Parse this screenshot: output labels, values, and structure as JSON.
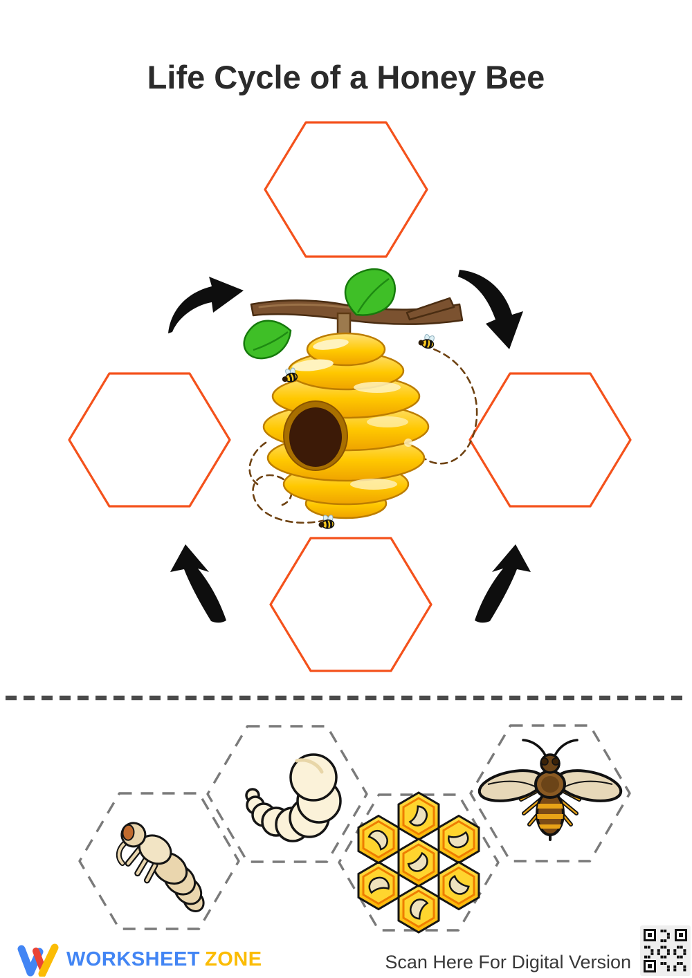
{
  "title": "Life Cycle of a Honey Bee",
  "cycle": {
    "center_icon": "beehive-on-branch-illustration",
    "slots": [
      {
        "position": "top",
        "value": ""
      },
      {
        "position": "right",
        "value": ""
      },
      {
        "position": "bottom",
        "value": ""
      },
      {
        "position": "left",
        "value": ""
      }
    ],
    "arrow_icons": [
      "curved-arrow-left-to-top",
      "curved-arrow-top-to-right",
      "curved-arrow-bottom-to-right",
      "curved-arrow-bottom-to-left"
    ]
  },
  "stage_cards": [
    {
      "icon": "bee-pupa"
    },
    {
      "icon": "bee-larva"
    },
    {
      "icon": "honeycomb-with-eggs"
    },
    {
      "icon": "adult-honey-bee"
    }
  ],
  "footer": {
    "brand_first": "WORKSHEET",
    "brand_second": "ZONE",
    "scan_label": "Scan Here For Digital Version",
    "qr_icon": "qr-code"
  },
  "colors": {
    "slot_outline": "#F4521C",
    "card_outline": "#7A7A7A",
    "divider": "#4A4A4A",
    "arrow": "#0E0E0E",
    "title_text": "#2B2B2B",
    "brand_blue": "#4285F4",
    "brand_red": "#EA4335",
    "brand_yellow": "#FBBC05",
    "hive_gold": "#FFC800",
    "scan_text": "#383838"
  }
}
